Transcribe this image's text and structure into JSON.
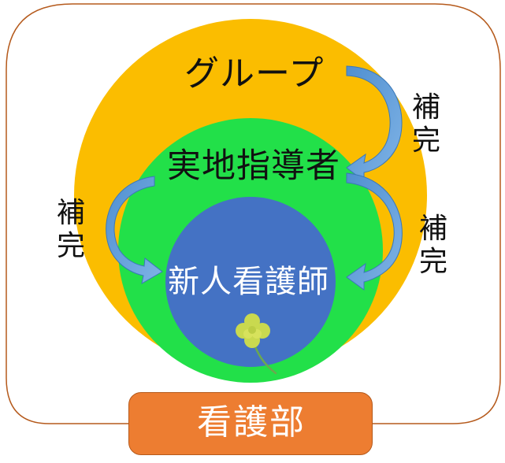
{
  "diagram": {
    "outer_group": "グループ",
    "middle_supervisor": "実地指導者",
    "inner_new_nurse": "新人看護師",
    "department": "看護部",
    "complement_labels": [
      {
        "line1": "補",
        "line2": "完"
      },
      {
        "line1": "補",
        "line2": "完"
      },
      {
        "line1": "補",
        "line2": "完"
      }
    ],
    "colors": {
      "outer_circle": "#fbbd00",
      "middle_circle": "#22e049",
      "inner_circle": "#4472c4",
      "department_box": "#ed7d31",
      "arrows": "#5b9bd5",
      "frame": "#b55a1c"
    },
    "icons": [
      "four-leaf-clover-icon"
    ]
  }
}
